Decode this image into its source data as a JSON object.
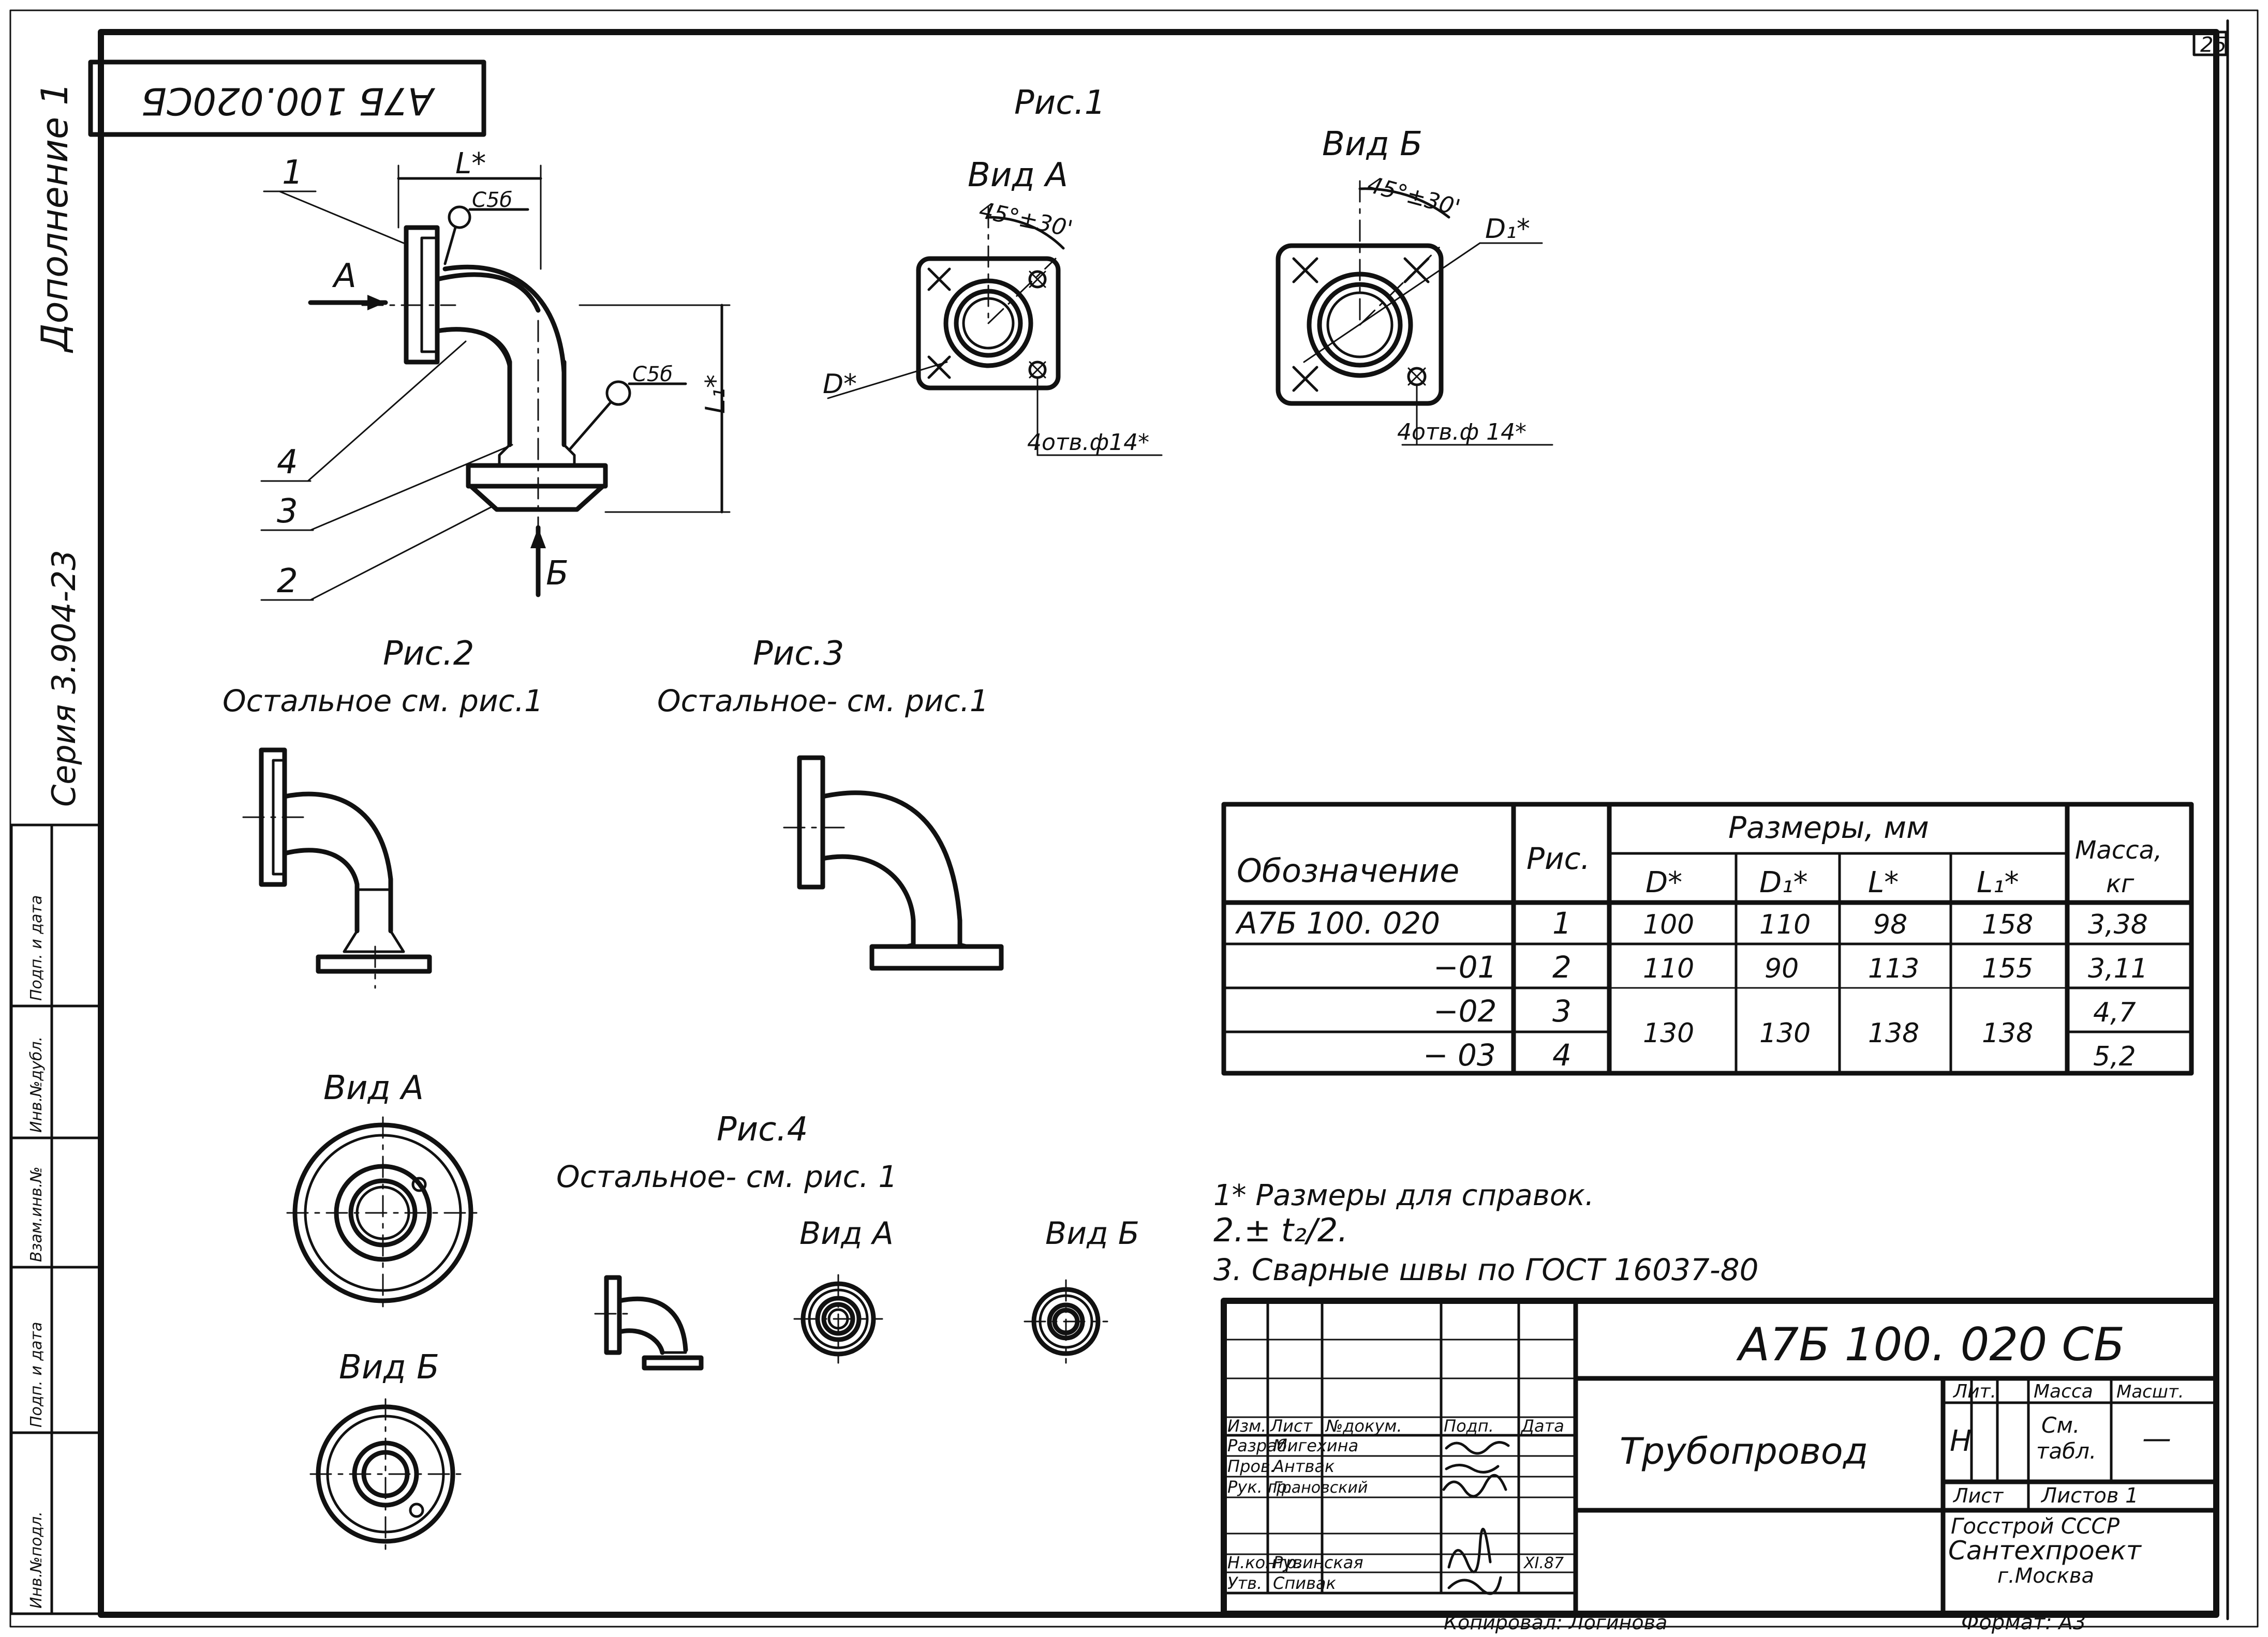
{
  "sheet_number": "25",
  "rotated_code": "А7Б 100.020СБ",
  "side_title": "Дополнение 1",
  "side_series": "Серия 3.904-23",
  "left_strip": [
    "Инв.№подл.",
    "Подп. и дата",
    "Взам.инв.№",
    "Инв.№дубл.",
    "Подп. и дата"
  ],
  "fig1": {
    "title": "Рис.1",
    "view_a": "Вид А",
    "view_b": "Вид Б",
    "arrow_a": "А",
    "arrow_b": "Б",
    "dim_l": "L*",
    "dim_l1": "L₁*",
    "weld_1": "С5б",
    "weld_2": "С5б",
    "callouts": [
      "1",
      "4",
      "3",
      "2"
    ],
    "angle_a": "45°±30'",
    "angle_b": "45°±30'",
    "dim_d": "D*",
    "dim_d1": "D₁*",
    "holes_a": "4отв.ф14*",
    "holes_b": "4отв.ф 14*"
  },
  "fig2": {
    "title": "Рис.2",
    "note": "Остальное см. рис.1",
    "view_a": "Вид А",
    "view_b": "Вид Б"
  },
  "fig3": {
    "title": "Рис.3",
    "note": "Остальное- см. рис.1"
  },
  "fig4": {
    "title": "Рис.4",
    "note": "Остальное- см. рис. 1",
    "view_a": "Вид А",
    "view_b": "Вид Б"
  },
  "table": {
    "col_designation": "Обозначение",
    "col_fig": "Рис.",
    "col_sizes": "Размеры, мм",
    "col_mass": "Масса,",
    "col_mass_unit": "кг",
    "sub_cols": [
      "D*",
      "D₁*",
      "L*",
      "L₁*"
    ],
    "rows": [
      {
        "designation": "А7Б 100. 020",
        "fig": "1",
        "d": "100",
        "d1": "110",
        "l": "98",
        "l1": "158",
        "mass": "3,38"
      },
      {
        "designation": "−01",
        "fig": "2",
        "d": "110",
        "d1": "90",
        "l": "113",
        "l1": "155",
        "mass": "3,11"
      },
      {
        "designation": "−02",
        "fig": "3",
        "mass": "4,7"
      },
      {
        "designation": "− 03",
        "fig": "4",
        "mass": "5,2"
      }
    ],
    "merged_d": "130",
    "merged_d1": "130",
    "merged_l": "138",
    "merged_l1": "138"
  },
  "notes": [
    "1* Размеры для справок.",
    "2.± t₂/2.",
    "3. Сварные швы по ГОСТ 16037-80"
  ],
  "title_block": {
    "designation": "А7Б 100. 020 СБ",
    "name": "Трубопровод",
    "hdr_lit": "Лит.",
    "hdr_mass": "Масса",
    "hdr_scale": "Масшт.",
    "lit_value": "Н",
    "mass_value_1": "См.",
    "mass_value_2": "табл.",
    "scale_value": "—",
    "sheet_label": "Лист",
    "sheets_label": "Листов 1",
    "org_1": "Госстрой СССР",
    "org_2": "Сантехпроект",
    "org_3": "г.Москва",
    "format": "Формат: А3",
    "copied": "Копировал: Логинова",
    "col_headers": [
      "Изм.",
      "Лист",
      "№докум.",
      "Подп.",
      "Дата"
    ],
    "roles": [
      {
        "role": "Разраб.",
        "name": "Мигехина"
      },
      {
        "role": "Пров.",
        "name": "Антвак"
      },
      {
        "role": "Рук. гр.",
        "name": "Грановский"
      },
      {
        "role": "Н.контр.",
        "name": "Рувинская",
        "date": "XI.87"
      },
      {
        "role": "Утв.",
        "name": "Спивак"
      }
    ]
  }
}
